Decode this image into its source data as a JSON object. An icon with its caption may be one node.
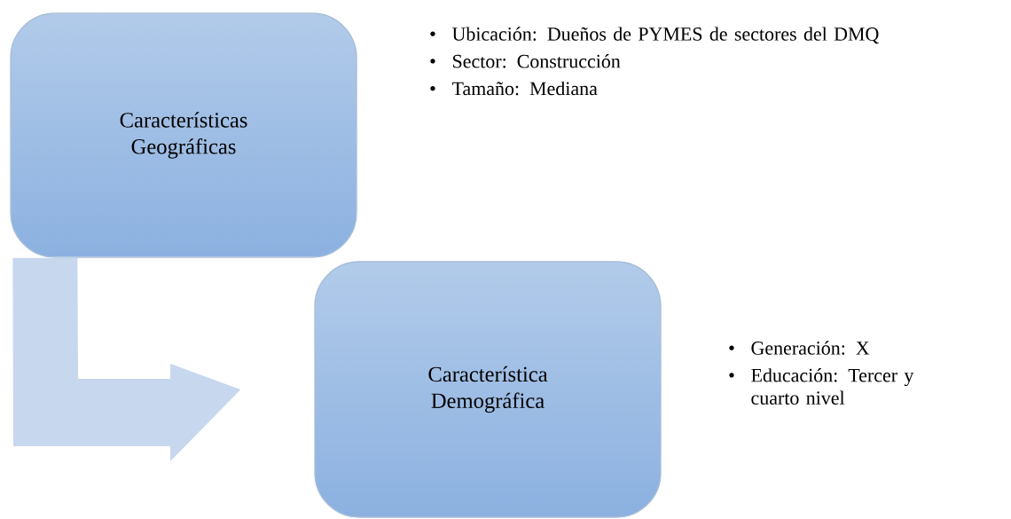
{
  "diagram": {
    "nodes": [
      {
        "text": [
          "Características Geográficas"
        ],
        "beside": [
          "Ubicación: Dueños de PYMES de sectores  del DMQ",
          "Sector: Construcción",
          "Tamaño: Mediana"
        ]
      },
      {
        "text": [
          "Característica Demográfica"
        ],
        "beside": [
          "Generación: X",
          "Educación: Tercer y cuarto nivel"
        ]
      }
    ],
    "edges": [
      {
        "from": 0,
        "to": 1,
        "arrow": "to"
      }
    ]
  }
}
